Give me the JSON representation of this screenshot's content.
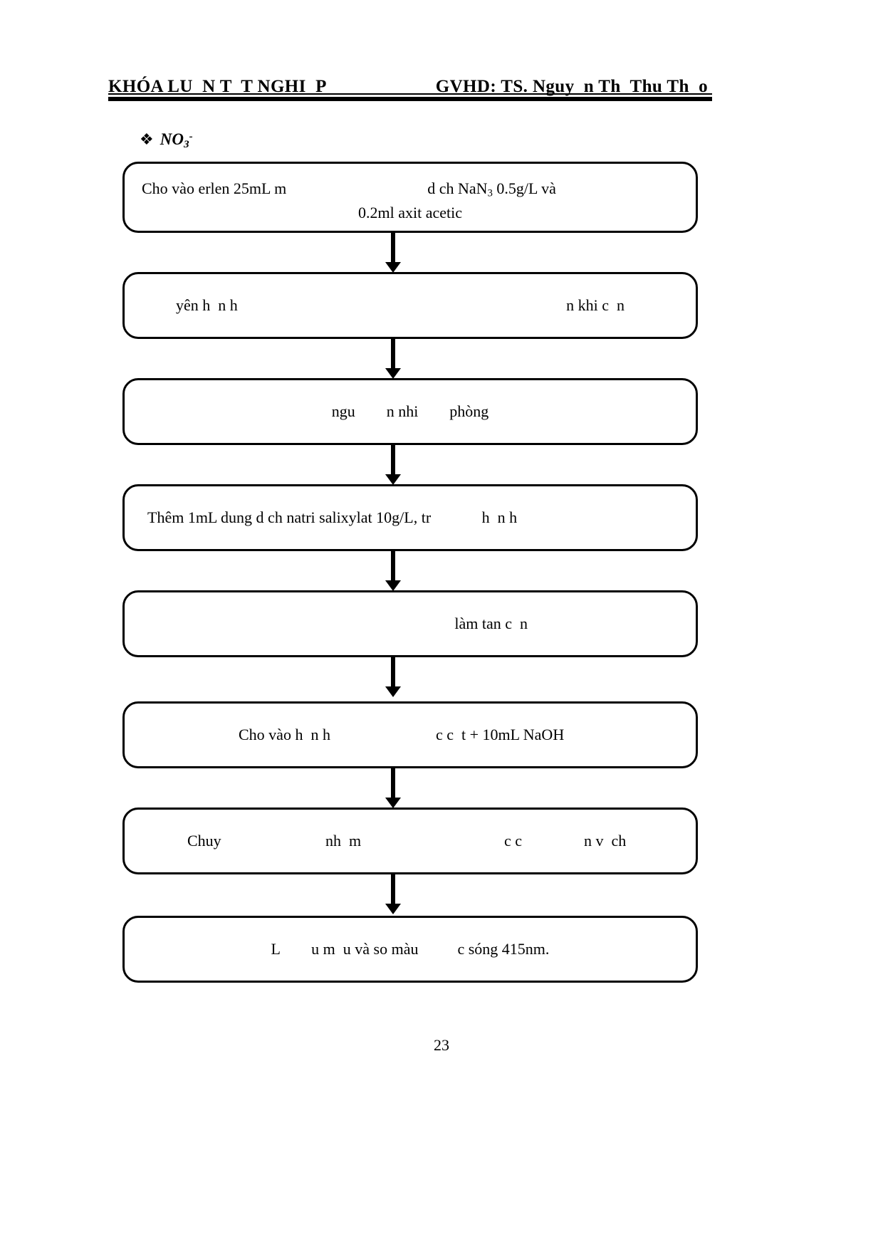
{
  "header": {
    "left_text": "KHÓA LU  N T  T NGHI  P",
    "right_text": "GVHD: TS. Nguy  n Th  Thu Th  o"
  },
  "section": {
    "bullet_icon": "diamond-flower-bullet",
    "bullet_glyph": "❖",
    "formula_main": "NO",
    "formula_sub": "3",
    "formula_sup": "-"
  },
  "flowchart": {
    "title": "NO3- determination procedure",
    "arrow_icon": "down-arrow-icon",
    "steps": [
      {
        "id": "step-1",
        "line1": "Cho vào erlen 25mL m                                    d ch NaN",
        "line1_sub": "3",
        "line1_tail": " 0.5g/L và",
        "line2": "0.2ml axit acetic"
      },
      {
        "id": "step-2",
        "left": "yên h  n h",
        "right": "n khi c  n"
      },
      {
        "id": "step-3",
        "center": "ngu        n nhi        phòng"
      },
      {
        "id": "step-4",
        "text": "Thêm 1mL dung d ch natri salixylat 10g/L, tr             h  n h"
      },
      {
        "id": "step-5",
        "text": "làm tan c  n"
      },
      {
        "id": "step-6",
        "left": "Cho vào h  n h",
        "right": "c c  t + 10mL NaOH"
      },
      {
        "id": "step-7",
        "part1": "Chuy",
        "part2": "nh  m",
        "part3": "c c",
        "part4": "n v  ch"
      },
      {
        "id": "step-8",
        "text": "L        u m  u và so màu          c sóng 415nm."
      }
    ]
  },
  "footer": {
    "page_number": "23"
  }
}
